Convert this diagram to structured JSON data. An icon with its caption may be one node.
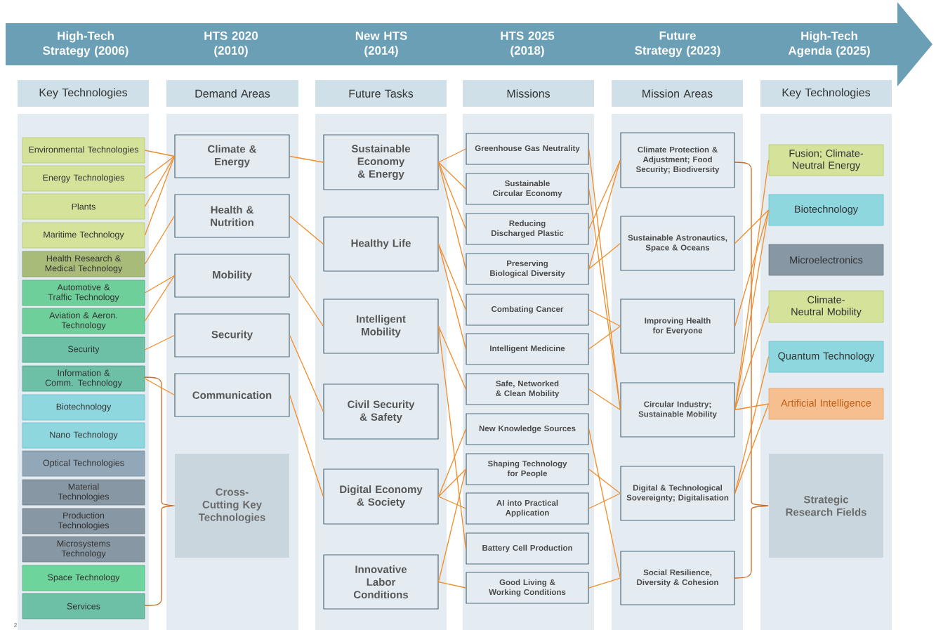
{
  "diagram": {
    "nodes": [
      {
        "text": [
          "Environmental Technologies"
        ]
      },
      {
        "text": [
          "Energy Technologies"
        ]
      },
      {
        "text": [
          "Plants"
        ]
      },
      {
        "text": [
          "Maritime Technology"
        ]
      },
      {
        "text": [
          "Health Research & Medical Technology"
        ]
      },
      {
        "text": [
          "Automotive & Traffic Technology"
        ]
      },
      {
        "text": [
          "Aviation & Aeron. Technology"
        ]
      },
      {
        "text": [
          "Security"
        ]
      },
      {
        "text": [
          "Information & Comm. Technology"
        ]
      },
      {
        "text": [
          "Biotechnology"
        ]
      },
      {
        "text": [
          "Nano Technology"
        ]
      },
      {
        "text": [
          "Optical Technologies"
        ]
      },
      {
        "text": [
          "Material Technologies"
        ]
      },
      {
        "text": [
          "Production Technologies"
        ]
      },
      {
        "text": [
          "Microsystems Technology"
        ]
      },
      {
        "text": [
          "Space Technology"
        ]
      },
      {
        "text": [
          "Services"
        ]
      },
      {
        "text": [
          "Climate & Energy"
        ]
      },
      {
        "text": [
          "Health & Nutrition"
        ]
      },
      {
        "text": [
          "Mobility"
        ]
      },
      {
        "text": [
          "Security"
        ]
      },
      {
        "text": [
          "Communication"
        ]
      },
      {
        "text": [
          "Cross-Cutting Key Technologies"
        ]
      },
      {
        "text": [
          "Sustainable Economy & Energy"
        ]
      },
      {
        "text": [
          "Healthy Life"
        ]
      },
      {
        "text": [
          "Intelligent Mobility"
        ]
      },
      {
        "text": [
          "Civil Security & Safety"
        ]
      },
      {
        "text": [
          "Digital Economy & Society"
        ]
      },
      {
        "text": [
          "Innovative Labor Conditions"
        ]
      },
      {
        "text": [
          "Greenhouse Gas Neutrality"
        ]
      },
      {
        "text": [
          "Sustainable Circular Economy"
        ]
      },
      {
        "text": [
          "Reducing Discharged Plastic"
        ]
      },
      {
        "text": [
          "Preserving Biological Diversity"
        ]
      },
      {
        "text": [
          "Combating Cancer"
        ]
      },
      {
        "text": [
          "Intelligent Medicine"
        ]
      },
      {
        "text": [
          "Safe, Networked & Clean Mobility"
        ]
      },
      {
        "text": [
          "New Knowledge Sources"
        ]
      },
      {
        "text": [
          "Shaping Technology for People"
        ]
      },
      {
        "text": [
          "AI into Practical Application"
        ]
      },
      {
        "text": [
          "Battery Cell Production"
        ]
      },
      {
        "text": [
          "Good Living & Working Conditions"
        ]
      },
      {
        "text": [
          "Climate Protection & Adjustment; Food Security; Biodiversity"
        ]
      },
      {
        "text": [
          "Sustainable Astronautics, Space & Oceans"
        ]
      },
      {
        "text": [
          "Improving Health for Everyone"
        ]
      },
      {
        "text": [
          "Circular Industry; Sustainable Mobility"
        ]
      },
      {
        "text": [
          "Digital & Technological Sovereignty; Digitalisation"
        ]
      },
      {
        "text": [
          "Social Resilience, Diversity & Cohesion"
        ]
      },
      {
        "text": [
          "Fusion; Climate-Neutral Energy"
        ]
      },
      {
        "text": [
          "Biotechnology"
        ]
      },
      {
        "text": [
          "Microelectronics"
        ]
      },
      {
        "text": [
          "Climate-Neutral Mobility"
        ]
      },
      {
        "text": [
          "Quantum Technology"
        ]
      },
      {
        "text": [
          "Artificial Intelligence"
        ]
      },
      {
        "text": [
          "Strategic Research Fields"
        ]
      },
      {
        "text": [
          "Key Technologies"
        ]
      },
      {
        "text": [
          "Demand Areas"
        ]
      },
      {
        "text": [
          "Future Tasks"
        ]
      },
      {
        "text": [
          "Missions"
        ]
      },
      {
        "text": [
          "Mission Areas"
        ]
      },
      {
        "text": [
          "Key Technologies"
        ]
      }
    ],
    "edges": [
      {
        "from": 0,
        "to": 17,
        "arrow": "none"
      },
      {
        "from": 1,
        "to": 17,
        "arrow": "none"
      },
      {
        "from": 2,
        "to": 17,
        "arrow": "none"
      },
      {
        "from": 3,
        "to": 17,
        "arrow": "none"
      },
      {
        "from": 4,
        "to": 18,
        "arrow": "none"
      },
      {
        "from": 5,
        "to": 19,
        "arrow": "none"
      },
      {
        "from": 6,
        "to": 19,
        "arrow": "none"
      },
      {
        "from": 7,
        "to": 20,
        "arrow": "none"
      },
      {
        "from": 8,
        "to": 21,
        "arrow": "none"
      },
      {
        "from": 17,
        "to": 23,
        "arrow": "none"
      },
      {
        "from": 18,
        "to": 24,
        "arrow": "none"
      },
      {
        "from": 19,
        "to": 25,
        "arrow": "none"
      },
      {
        "from": 20,
        "to": 26,
        "arrow": "none"
      },
      {
        "from": 21,
        "to": 27,
        "arrow": "none"
      },
      {
        "from": 23,
        "to": 29,
        "arrow": "none"
      },
      {
        "from": 23,
        "to": 30,
        "arrow": "none"
      },
      {
        "from": 23,
        "to": 31,
        "arrow": "none"
      },
      {
        "from": 23,
        "to": 32,
        "arrow": "none"
      },
      {
        "from": 24,
        "to": 33,
        "arrow": "none"
      },
      {
        "from": 24,
        "to": 34,
        "arrow": "none"
      },
      {
        "from": 25,
        "to": 35,
        "arrow": "none"
      },
      {
        "from": 25,
        "to": 39,
        "arrow": "none"
      },
      {
        "from": 27,
        "to": 36,
        "arrow": "none"
      },
      {
        "from": 27,
        "to": 37,
        "arrow": "none"
      },
      {
        "from": 27,
        "to": 38,
        "arrow": "none"
      },
      {
        "from": 28,
        "to": 37,
        "arrow": "none"
      },
      {
        "from": 28,
        "to": 40,
        "arrow": "none"
      },
      {
        "from": 29,
        "to": 44,
        "arrow": "none"
      },
      {
        "from": 30,
        "to": 44,
        "arrow": "none"
      },
      {
        "from": 31,
        "to": 41,
        "arrow": "none"
      },
      {
        "from": 32,
        "to": 41,
        "arrow": "none"
      },
      {
        "from": 32,
        "to": 42,
        "arrow": "none"
      },
      {
        "from": 33,
        "to": 43,
        "arrow": "none"
      },
      {
        "from": 34,
        "to": 43,
        "arrow": "none"
      },
      {
        "from": 35,
        "to": 44,
        "arrow": "none"
      },
      {
        "from": 36,
        "to": 46,
        "arrow": "none"
      },
      {
        "from": 37,
        "to": 45,
        "arrow": "none"
      },
      {
        "from": 38,
        "to": 45,
        "arrow": "none"
      },
      {
        "from": 40,
        "to": 46,
        "arrow": "none"
      },
      {
        "from": 42,
        "to": 48,
        "arrow": "none"
      },
      {
        "from": 43,
        "to": 48,
        "arrow": "none"
      },
      {
        "from": 44,
        "to": 47,
        "arrow": "none"
      },
      {
        "from": 44,
        "to": 48,
        "arrow": "none"
      },
      {
        "from": 44,
        "to": 50,
        "arrow": "none"
      },
      {
        "from": 44,
        "to": 52,
        "arrow": "none"
      },
      {
        "from": 45,
        "to": 51,
        "arrow": "none"
      },
      {
        "from": 45,
        "to": 52,
        "arrow": "none"
      }
    ],
    "labels": [
      "High-Tech Strategy (2006)",
      "HTS 2020 (2010)",
      "New HTS (2014)",
      "HTS 2025 (2018)",
      "Future Strategy (2023)",
      "High-Tech Agenda (2025)",
      "2"
    ]
  }
}
